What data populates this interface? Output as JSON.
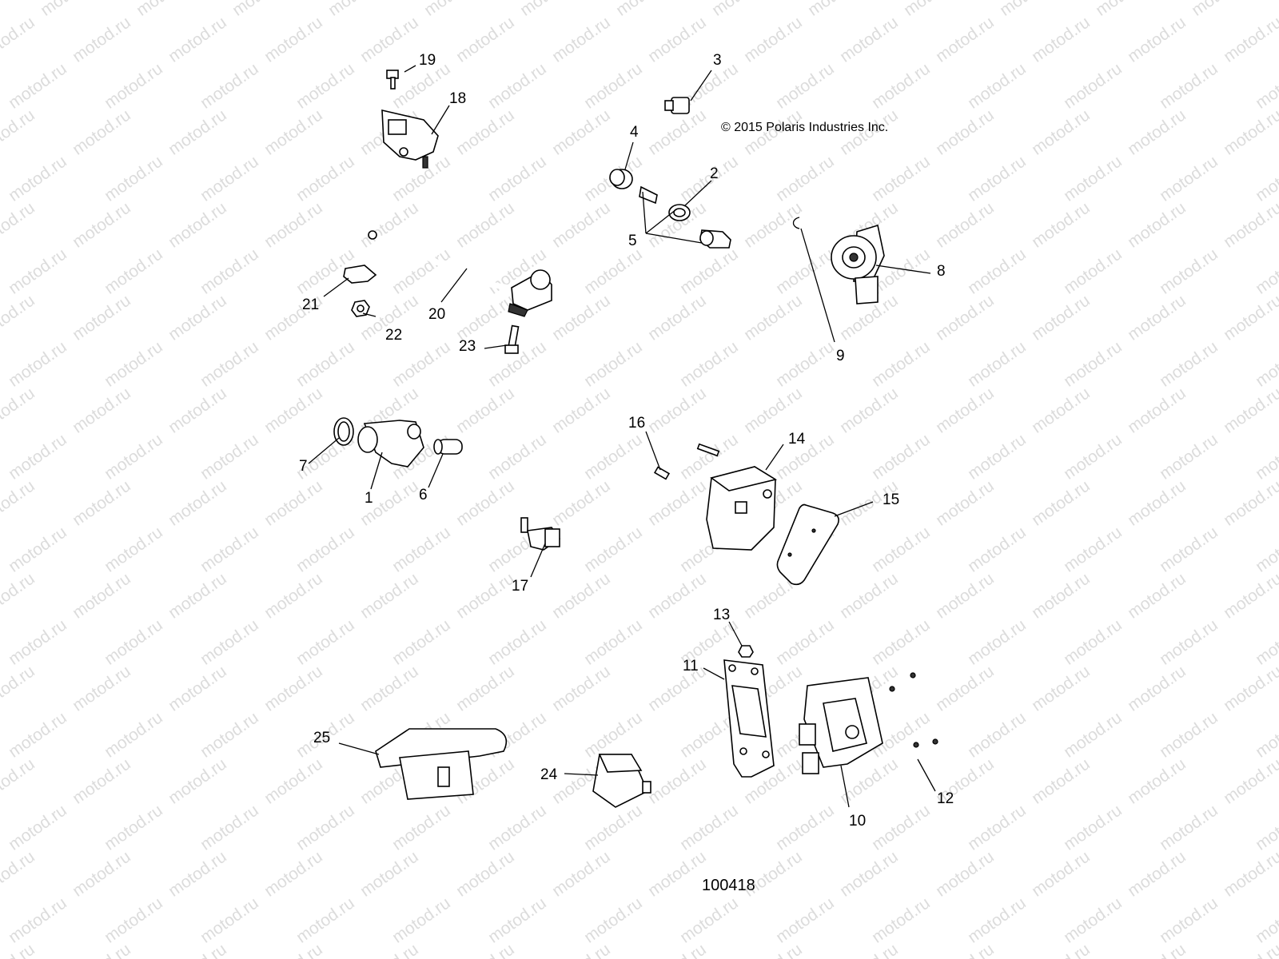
{
  "watermark": "motod.ru",
  "copyright": "© 2015 Polaris Industries Inc.",
  "diagram_number": "100418",
  "callouts": [
    "1",
    "2",
    "3",
    "4",
    "5",
    "6",
    "7",
    "8",
    "9",
    "10",
    "11",
    "12",
    "13",
    "14",
    "15",
    "16",
    "17",
    "18",
    "19",
    "20",
    "21",
    "22",
    "23",
    "24",
    "25"
  ]
}
